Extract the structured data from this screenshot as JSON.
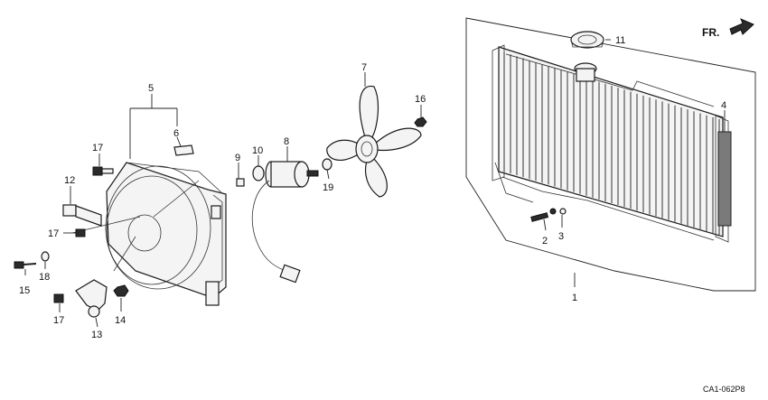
{
  "diagram": {
    "drawing_code": "CA1-062P8",
    "front_indicator": "FR.",
    "callouts": {
      "c1": "1",
      "c2": "2",
      "c3": "3",
      "c4": "4",
      "c5": "5",
      "c6": "6",
      "c7": "7",
      "c8": "8",
      "c9": "9",
      "c10": "10",
      "c11": "11",
      "c12": "12",
      "c13": "13",
      "c14": "14",
      "c15": "15",
      "c16": "16",
      "c17a": "17",
      "c17b": "17",
      "c17c": "17",
      "c18": "18",
      "c19": "19"
    }
  }
}
